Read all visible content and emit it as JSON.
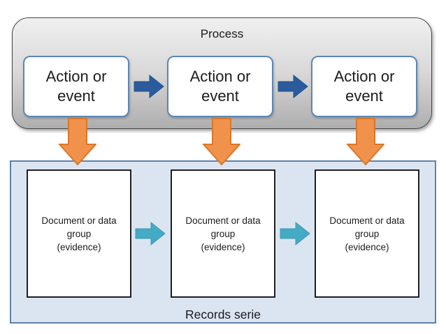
{
  "process": {
    "label": "Process",
    "nodes": [
      {
        "label": "Action or\nevent"
      },
      {
        "label": "Action or\nevent"
      },
      {
        "label": "Action or\nevent"
      }
    ],
    "container_fill_top": "#f0f0f0",
    "container_fill_bottom": "#aeaeae",
    "container_border_color": "#464646",
    "node_border_color": "#5b87b8",
    "flow_arrow_color": "#2b5b9c"
  },
  "records": {
    "label": "Records serie",
    "nodes": [
      {
        "label": "Document or data\ngroup\n(evidence)"
      },
      {
        "label": "Document or data\ngroup\n(evidence)"
      },
      {
        "label": "Document or data\ngroup\n(evidence)"
      }
    ],
    "container_fill": "#dbe5f2",
    "container_border_color": "#5e82a8",
    "node_border_color": "#1f1f1f",
    "flow_arrow_color": "#45aac3"
  },
  "mapping_arrows": {
    "fill": "#f0924b",
    "stroke": "#db7726",
    "count": 3
  }
}
